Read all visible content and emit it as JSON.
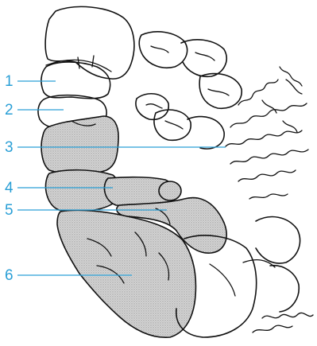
{
  "labels": [
    {
      "id": "1",
      "text": "1"
    },
    {
      "id": "2",
      "text": "2"
    },
    {
      "id": "3",
      "text": "3"
    },
    {
      "id": "4",
      "text": "4"
    },
    {
      "id": "5",
      "text": "5"
    },
    {
      "id": "6",
      "text": "6"
    }
  ],
  "colors": {
    "label_blue": "#2a9fd6",
    "outline": "#111111",
    "shading": "#c4c4c4"
  }
}
